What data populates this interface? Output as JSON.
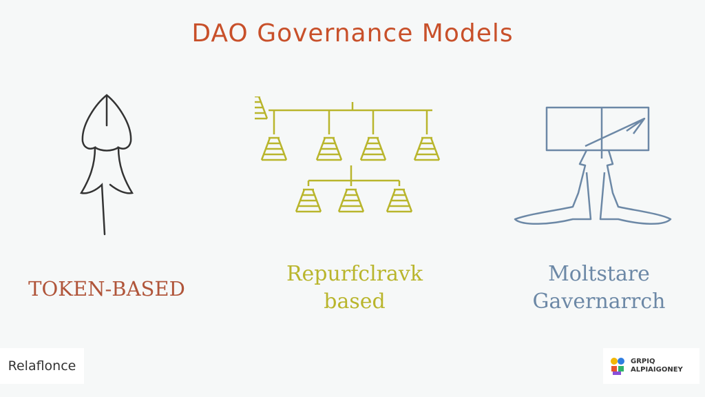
{
  "title": "DAO Governance Models",
  "models": [
    {
      "label": "TOKEN-BASED",
      "color": "#b0553a",
      "icon": "token-rocket-icon"
    },
    {
      "label_line1": "Repurfclravk",
      "label_line2": "based",
      "color": "#b9b52c",
      "icon": "hierarchy-tree-icon"
    },
    {
      "label_line1": "Moltstare",
      "label_line2": "Gavernarrch",
      "color": "#6c88a6",
      "icon": "screen-stand-icon"
    }
  ],
  "footer": {
    "left_text": "Relaflonce",
    "right_line1": "GRPIQ",
    "right_line2": "ALPIAIGONEY"
  }
}
